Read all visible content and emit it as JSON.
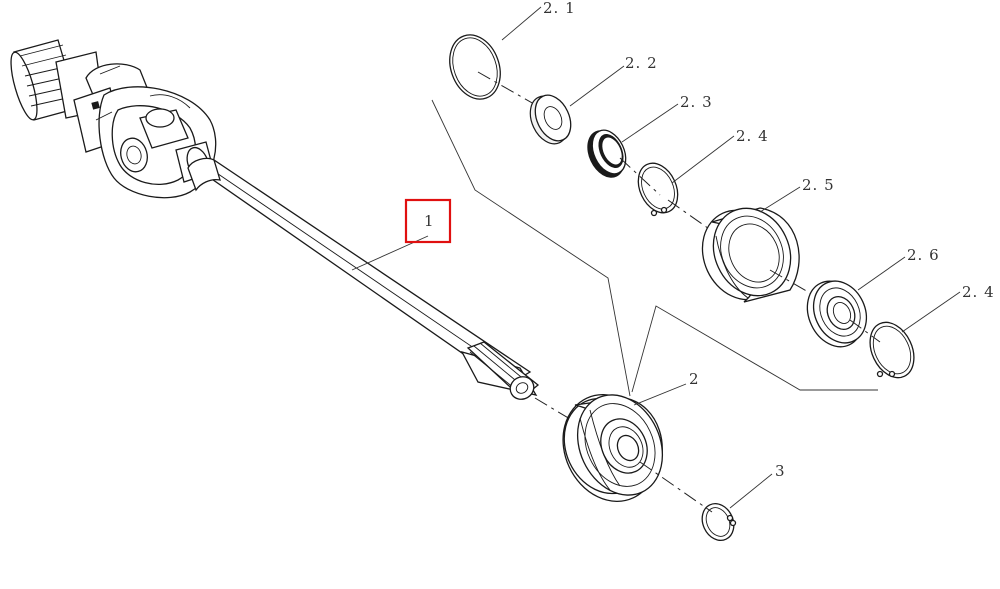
{
  "diagram": {
    "highlight_color": "#e01010",
    "line_color": "#1a1a1a",
    "callouts": [
      {
        "id": "1",
        "text": "1",
        "highlighted": true
      },
      {
        "id": "2",
        "text": "2"
      },
      {
        "id": "2.1",
        "text": "2. 1"
      },
      {
        "id": "2.2",
        "text": "2. 2"
      },
      {
        "id": "2.3",
        "text": "2. 3"
      },
      {
        "id": "2.4a",
        "text": "2. 4"
      },
      {
        "id": "2.5",
        "text": "2. 5"
      },
      {
        "id": "2.6",
        "text": "2. 6"
      },
      {
        "id": "2.4b",
        "text": "2. 4"
      },
      {
        "id": "3",
        "text": "3"
      }
    ]
  }
}
